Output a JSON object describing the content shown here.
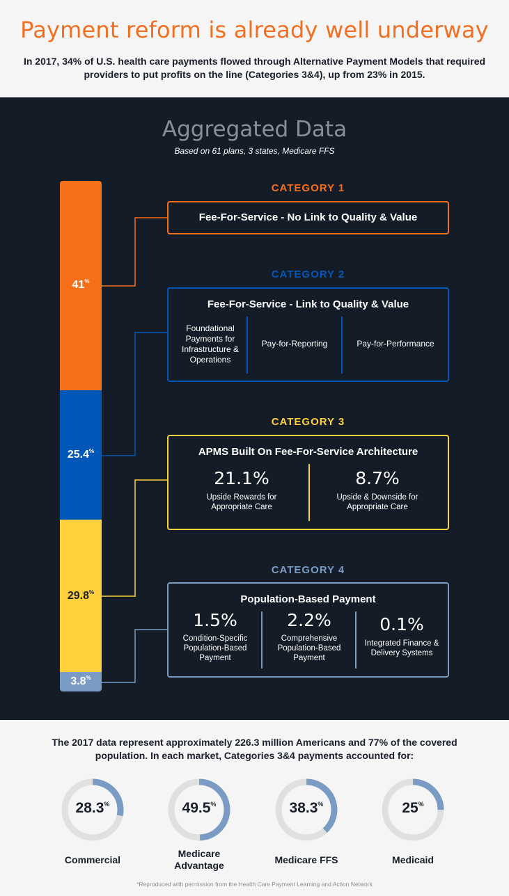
{
  "header": {
    "title": "Payment reform is already well underway",
    "intro": "In 2017, 34% of U.S. health care payments flowed through Alternative Payment Models that required providers to put profits on the line (Categories 3&4), up from 23% in 2015."
  },
  "aggregated": {
    "title": "Aggregated Data",
    "subtitle": "Based on 61 plans, 3 states, Medicare FFS"
  },
  "colors": {
    "orange": "#f66f19",
    "blue": "#0057b8",
    "yellow": "#ffd03c",
    "steel": "#7a9bc4",
    "dark_bg": "#141c27",
    "donut_track": "#e0e0e0"
  },
  "categories": {
    "cat1": {
      "title": "CATEGORY 1",
      "box_title": "Fee-For-Service - No Link to Quality & Value"
    },
    "cat2": {
      "title": "CATEGORY 2",
      "box_title": "Fee-For-Service - Link to Quality & Value",
      "items": [
        "Foundational Payments for Infrastructure & Operations",
        "Pay-for-Reporting",
        "Pay-for-Performance"
      ]
    },
    "cat3": {
      "title": "CATEGORY 3",
      "box_title": "APMS Built On Fee-For-Service Architecture",
      "items": [
        {
          "value": "21.1%",
          "label": "Upside Rewards for Appropriate Care"
        },
        {
          "value": "8.7%",
          "label": "Upside & Downside for Appropriate Care"
        }
      ]
    },
    "cat4": {
      "title": "CATEGORY 4",
      "box_title": "Population-Based Payment",
      "items": [
        {
          "value": "1.5%",
          "label": "Condition-Specific Population-Based Payment"
        },
        {
          "value": "2.2%",
          "label": "Comprehensive Population-Based Payment"
        },
        {
          "value": "0.1%",
          "label": "Integrated Finance & Delivery Systems"
        }
      ]
    }
  },
  "bottom": {
    "text": "The 2017 data represent approximately 226.3 million Americans and 77% of the covered population. In each market, Categories 3&4 payments accounted for:",
    "footnote": "*Reproduced with permission from the Health Care Payment Learning and Action Network"
  },
  "chart_data": [
    {
      "type": "bar",
      "orientation": "stacked-vertical",
      "categories": [
        "CATEGORY 1",
        "CATEGORY 2",
        "CATEGORY 3",
        "CATEGORY 4"
      ],
      "values": [
        41,
        25.4,
        29.8,
        3.8
      ],
      "labels": [
        "41",
        "25.4",
        "29.8",
        "3.8"
      ],
      "unit": "%"
    },
    {
      "type": "pie",
      "variant": "donut",
      "categories": [
        "Commercial",
        "Medicare Advantage",
        "Medicare FFS",
        "Medicaid"
      ],
      "values": [
        28.3,
        49.5,
        38.3,
        25
      ],
      "labels": [
        "28.3",
        "49.5",
        "38.3",
        "25"
      ],
      "unit": "%"
    }
  ]
}
